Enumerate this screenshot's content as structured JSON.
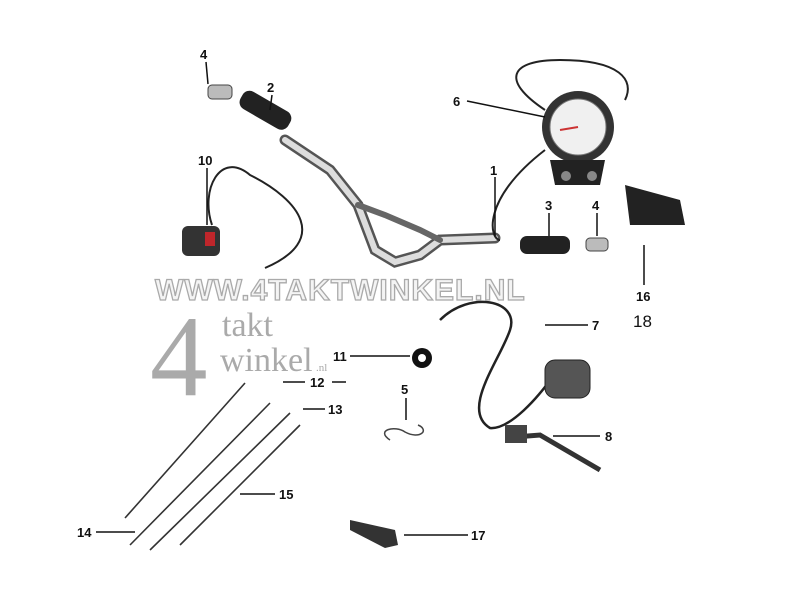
{
  "watermark": {
    "url": "WWW.4TAKTWINKEL.NL",
    "logo_number": "4",
    "logo_word1": "takt",
    "logo_word2": "winkel",
    "logo_suffix": ".nl"
  },
  "parts": [
    {
      "id": "p4a",
      "label": "4"
    },
    {
      "id": "p2",
      "label": "2"
    },
    {
      "id": "p6",
      "label": "6"
    },
    {
      "id": "p1",
      "label": "1"
    },
    {
      "id": "p10",
      "label": "10"
    },
    {
      "id": "p3",
      "label": "3"
    },
    {
      "id": "p4b",
      "label": "4"
    },
    {
      "id": "p16",
      "label": "16"
    },
    {
      "id": "p18",
      "label": "18"
    },
    {
      "id": "p7",
      "label": "7"
    },
    {
      "id": "p11",
      "label": "11"
    },
    {
      "id": "p12",
      "label": "12"
    },
    {
      "id": "p13",
      "label": "13"
    },
    {
      "id": "p5",
      "label": "5"
    },
    {
      "id": "p8",
      "label": "8"
    },
    {
      "id": "p15",
      "label": "15"
    },
    {
      "id": "p14",
      "label": "14"
    },
    {
      "id": "p17",
      "label": "17"
    }
  ],
  "colors": {
    "line": "#111111",
    "chrome": "#9a9a9a",
    "switch_red": "#c0262b"
  }
}
